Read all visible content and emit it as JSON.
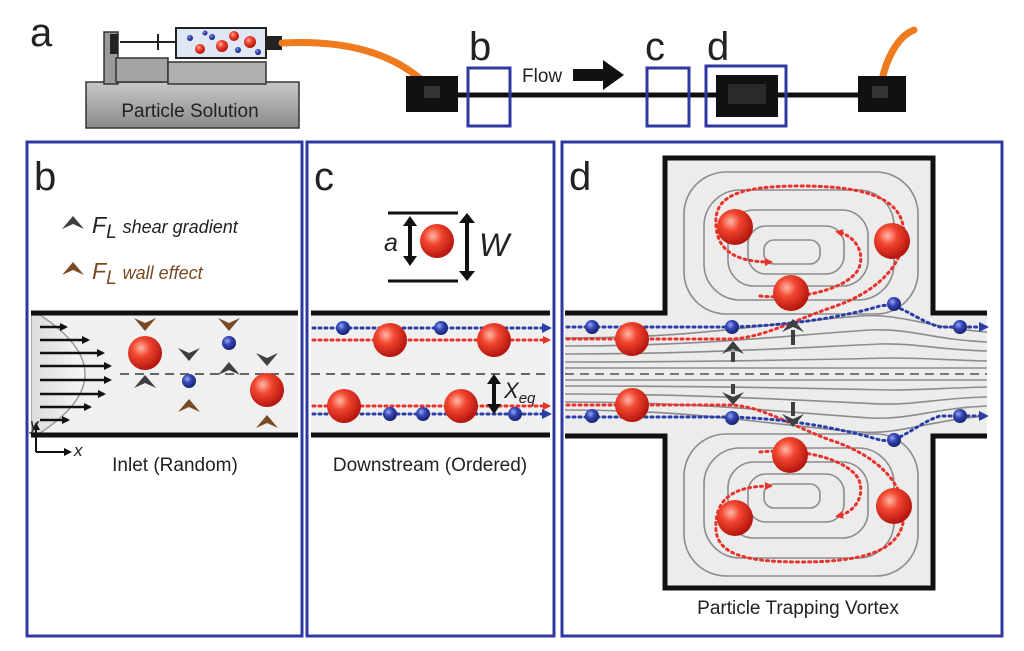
{
  "colors": {
    "frame": "#2e37a3",
    "particle_large": "#e8322a",
    "particle_small": "#2a3ea8",
    "tubing": "#f07a1e",
    "channel_fill": "#ececec",
    "streamline": "#8c8c8c",
    "shear_arrow": "#3f3f3f",
    "wall_arrow": "#7a4a25"
  },
  "panel_a": {
    "label": "a",
    "pump_label": "Particle Solution",
    "flow_label": "Flow",
    "marker_b": "b",
    "marker_c": "c",
    "marker_d": "d"
  },
  "panel_b": {
    "label": "b",
    "legend_fl": "F",
    "legend_sub": "L",
    "legend_shear": "shear gradient",
    "legend_wall": "wall effect",
    "axis_y": "y",
    "axis_x": "x",
    "caption": "Inlet (Random)"
  },
  "panel_c": {
    "label": "c",
    "size_a": "a",
    "size_w": "W",
    "xeq_main": "X",
    "xeq_sub": "eq",
    "caption": "Downstream (Ordered)"
  },
  "panel_d": {
    "label": "d",
    "caption": "Particle Trapping Vortex"
  }
}
